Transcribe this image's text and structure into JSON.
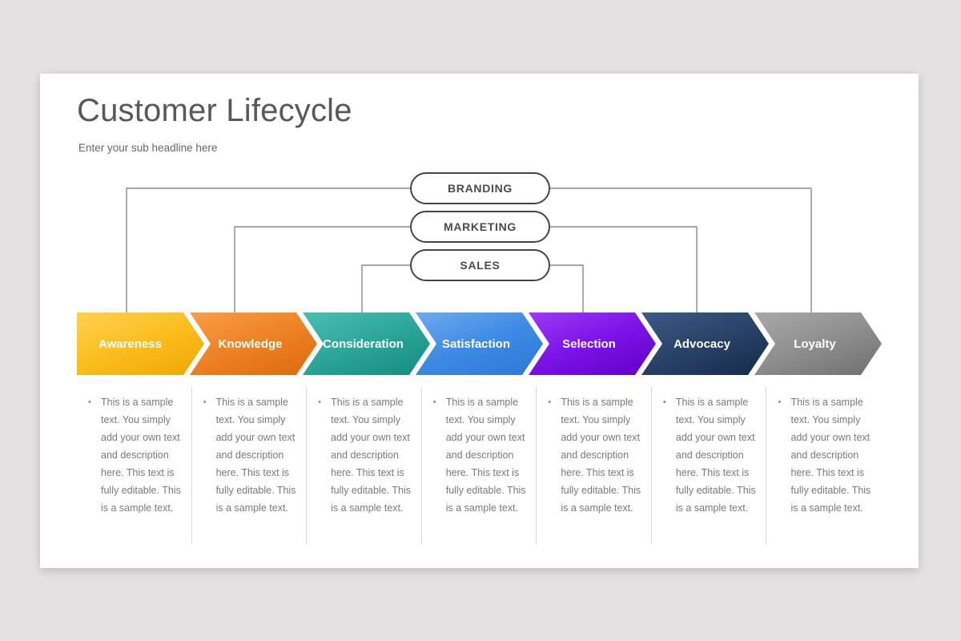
{
  "ui": {
    "bullet_char": "•",
    "background_color": "#e3e1e2",
    "slide_color": "#ffffff",
    "connector_line_color": "#898989",
    "pill_border_color": "#454545",
    "divider_color": "#dadada"
  },
  "slide": {
    "title": "Customer Lifecycle",
    "subtitle": "Enter your sub headline here"
  },
  "channels": [
    {
      "label": "BRANDING",
      "connects_to": [
        "Awareness",
        "Loyalty"
      ]
    },
    {
      "label": "MARKETING",
      "connects_to": [
        "Knowledge",
        "Advocacy"
      ]
    },
    {
      "label": "SALES",
      "connects_to": [
        "Consideration",
        "Selection"
      ]
    }
  ],
  "stages": [
    {
      "label": "Awareness",
      "colors": {
        "light": "#ffd052",
        "base": "#fbbe1f",
        "dark": "#efa600"
      },
      "description": "This is a sample text. You simply add your own text and description here. This text is fully editable. This is a sample text."
    },
    {
      "label": "Knowledge",
      "colors": {
        "light": "#f89e4a",
        "base": "#ee8224",
        "dark": "#dc690d"
      },
      "description": "This is a sample text. You simply add your own text and description here. This text is fully editable. This is a sample text."
    },
    {
      "label": "Consideration",
      "colors": {
        "light": "#4dbcb0",
        "base": "#2ba79a",
        "dark": "#178a7e"
      },
      "description": "This is a sample text. You simply add your own text and description here. This text is fully editable. This is a sample text."
    },
    {
      "label": "Satisfaction",
      "colors": {
        "light": "#6fa9ef",
        "base": "#3e8be4",
        "dark": "#2b78d8"
      },
      "description": "This is a sample text. You simply add your own text and description here. This text is fully editable. This is a sample text."
    },
    {
      "label": "Selection",
      "colors": {
        "light": "#9b3bf2",
        "base": "#7d13e8",
        "dark": "#6000c7"
      },
      "description": "This is a sample text. You simply add your own text and description here. This text is fully editable. This is a sample text."
    },
    {
      "label": "Advocacy",
      "colors": {
        "light": "#3c5a85",
        "base": "#2a4368",
        "dark": "#152a4a"
      },
      "description": "This is a sample text. You simply add your own text and description here. This text is fully editable. This is a sample text."
    },
    {
      "label": "Loyalty",
      "colors": {
        "light": "#a9a9a9",
        "base": "#8f8f8f",
        "dark": "#6f6f6f"
      },
      "description": "This is a sample text. You simply add your own text and description here. This text is fully editable. This is a sample text."
    }
  ]
}
